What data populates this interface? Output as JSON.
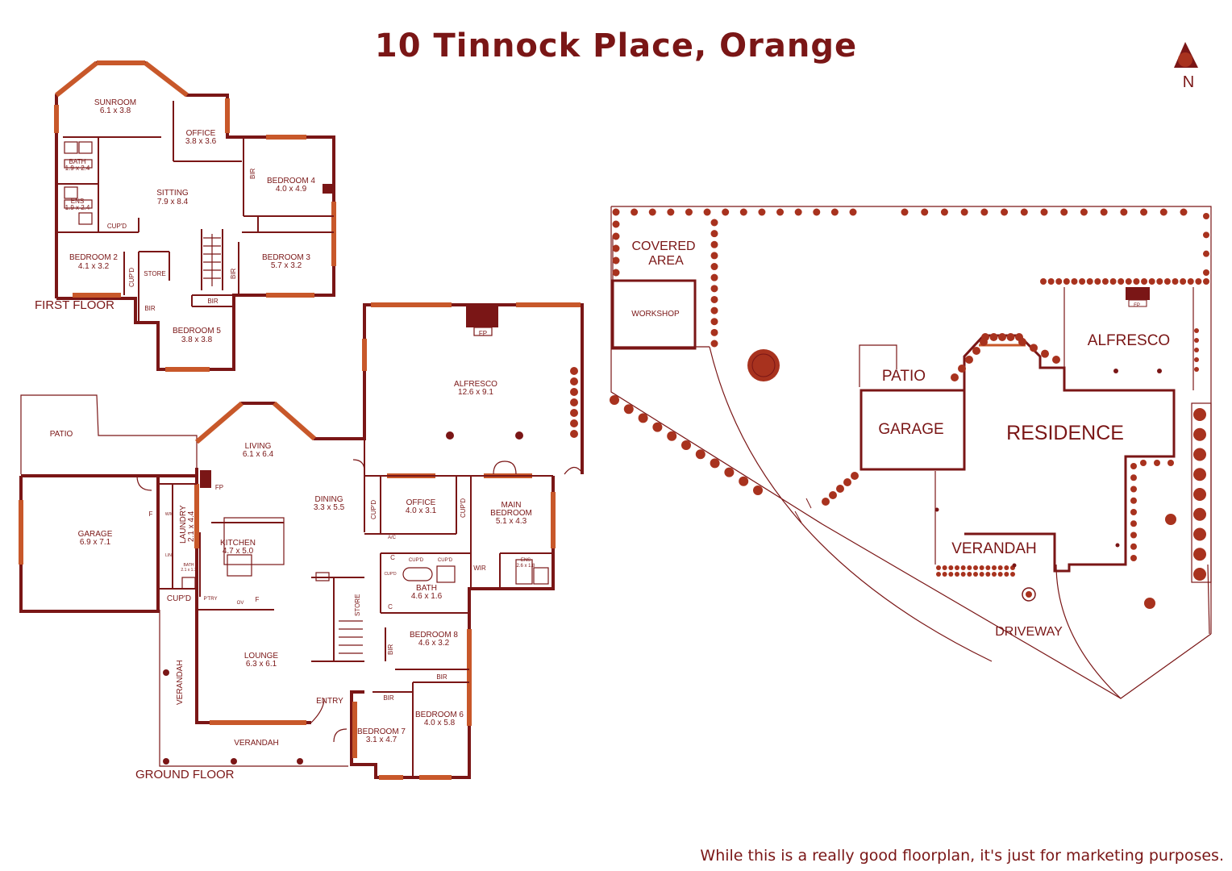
{
  "title": "10 Tinnock Place, Orange",
  "disclaimer": "While this is a really good floorplan, it's just for marketing purposes.",
  "compass": {
    "label": "N"
  },
  "colors": {
    "wall": "#7a1616",
    "window": "#c8582a",
    "plant": "#a8321e"
  },
  "first_floor": {
    "label": "FIRST FLOOR",
    "rooms": {
      "sunroom": {
        "name": "SUNROOM",
        "dim": "6.1 x 3.8"
      },
      "office": {
        "name": "OFFICE",
        "dim": "3.8 x 3.6"
      },
      "bath": {
        "name": "BATH",
        "dim": "1.9 x 2.4"
      },
      "ens": {
        "name": "ENS",
        "dim": "1.9 x 2.4"
      },
      "sitting": {
        "name": "SITTING",
        "dim": "7.9 x 8.4"
      },
      "bedroom4": {
        "name": "BEDROOM 4",
        "dim": "4.0 x 4.9"
      },
      "bedroom2": {
        "name": "BEDROOM 2",
        "dim": "4.1 x 3.2"
      },
      "bedroom3": {
        "name": "BEDROOM 3",
        "dim": "5.7 x 3.2"
      },
      "bedroom5": {
        "name": "BEDROOM 5",
        "dim": "3.8 x 3.8"
      }
    },
    "labels": {
      "cupd": "CUP'D",
      "cupd_v": "CUP'D",
      "store": "STORE",
      "bir": "BIR"
    }
  },
  "ground_floor": {
    "label": "GROUND FLOOR",
    "rooms": {
      "patio": {
        "name": "PATIO"
      },
      "living": {
        "name": "LIVING",
        "dim": "6.1 x 6.4"
      },
      "alfresco": {
        "name": "ALFRESCO",
        "dim": "12.6 x 9.1"
      },
      "garage": {
        "name": "GARAGE",
        "dim": "6.9 x 7.1"
      },
      "laundry": {
        "name": "LAUNDRY",
        "dim": "2.1 x 4.4"
      },
      "kitchen": {
        "name": "KITCHEN",
        "dim": "4.7 x 5.0"
      },
      "dining": {
        "name": "DINING",
        "dim": "3.3 x 5.5"
      },
      "office": {
        "name": "OFFICE",
        "dim": "4.0 x 3.1"
      },
      "main_bedroom": {
        "name": "MAIN",
        "name2": "BEDROOM",
        "dim": "5.1 x 4.3"
      },
      "ens": {
        "name": "ENS",
        "dim": "2.6 x 1.8"
      },
      "bath": {
        "name": "BATH",
        "dim": "4.6 x 1.6"
      },
      "bath_small": {
        "name": "BATH",
        "dim": "2.1 x 1.7"
      },
      "bedroom8": {
        "name": "BEDROOM 8",
        "dim": "4.6 x 3.2"
      },
      "lounge": {
        "name": "LOUNGE",
        "dim": "6.3 x 6.1"
      },
      "bedroom6": {
        "name": "BEDROOM 6",
        "dim": "4.0 x 5.8"
      },
      "bedroom7": {
        "name": "BEDROOM 7",
        "dim": "3.1 x 4.7"
      },
      "verandah_bottom": {
        "name": "VERANDAH"
      },
      "verandah_side": {
        "name": "VERANDAH"
      }
    },
    "labels": {
      "fp": "FP",
      "fp_alf": "FP",
      "ac": "A/C",
      "cupd": "CUP'D",
      "cupd_v1": "CUP'D",
      "cupd_v2": "CUP'D",
      "cupd_a": "CUP'D",
      "cupd_b": "CUP'D",
      "cupd_c": "CUP'D",
      "wir": "WIR",
      "store": "STORE",
      "bir": "BIR",
      "bir2": "BIR",
      "bir3": "BIR",
      "entry": "ENTRY",
      "ptry": "P'TRY",
      "ov": "OV",
      "f": "F",
      "f2": "F",
      "wm": "W/M",
      "lin": "LIN",
      "c1": "C",
      "c2": "C"
    }
  },
  "site": {
    "labels": {
      "covered_line1": "COVERED",
      "covered_line2": "AREA",
      "workshop": "WORKSHOP",
      "patio": "PATIO",
      "alfresco": "ALFRESCO",
      "garage": "GARAGE",
      "residence": "RESIDENCE",
      "verandah": "VERANDAH",
      "driveway": "DRIVEWAY",
      "fp": "FP"
    }
  }
}
